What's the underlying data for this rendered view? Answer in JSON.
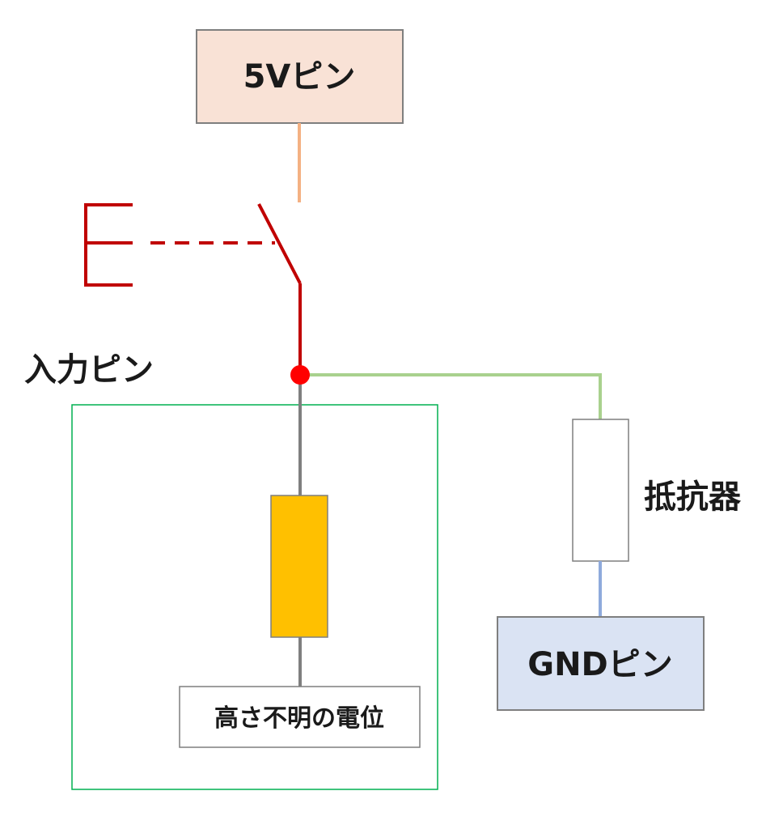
{
  "labels": {
    "power_pin": "5Vピン",
    "input_pin": "入力ピン",
    "resistor": "抵抗器",
    "gnd_pin": "GNDピン",
    "unknown_potential": "高さ不明の電位"
  },
  "colors": {
    "power_box_fill": "#f9e2d6",
    "gnd_box_fill": "#dae3f3",
    "box_border": "#7f7f7f",
    "power_wire": "#f4b183",
    "switch_wire": "#c00000",
    "junction_dot": "#ff0000",
    "pullup_wire": "#a9d18e",
    "ground_wire": "#8faadc",
    "floating_wire": "#7f7f7f",
    "floating_element": "#ffc000",
    "floating_region_border": "#00b050"
  }
}
